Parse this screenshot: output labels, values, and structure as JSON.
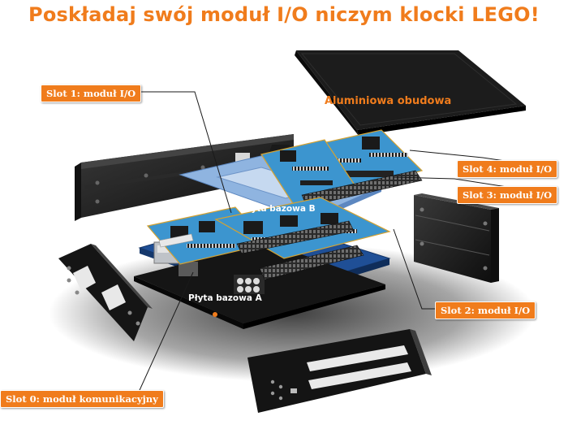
{
  "headline": "Poskładaj swój moduł I/O niczym klocki LEGO!",
  "labels": {
    "lid": "Aluminiowa obudowa",
    "slot1": "Slot 1: moduł I/O",
    "slot4": "Slot 4: moduł I/O",
    "slot3": "Slot 3: moduł I/O",
    "slot2": "Slot 2: moduł I/O",
    "slot0": "Slot 0: moduł komunikacyjny",
    "base_b": "Płyta bazowa B",
    "base_a": "Płyta bazowa A"
  },
  "colors": {
    "accent": "#f07c1c",
    "board_blue": "#3c95cf",
    "base_plate": "#8fb4e0",
    "case_black": "#1a1a1a"
  }
}
